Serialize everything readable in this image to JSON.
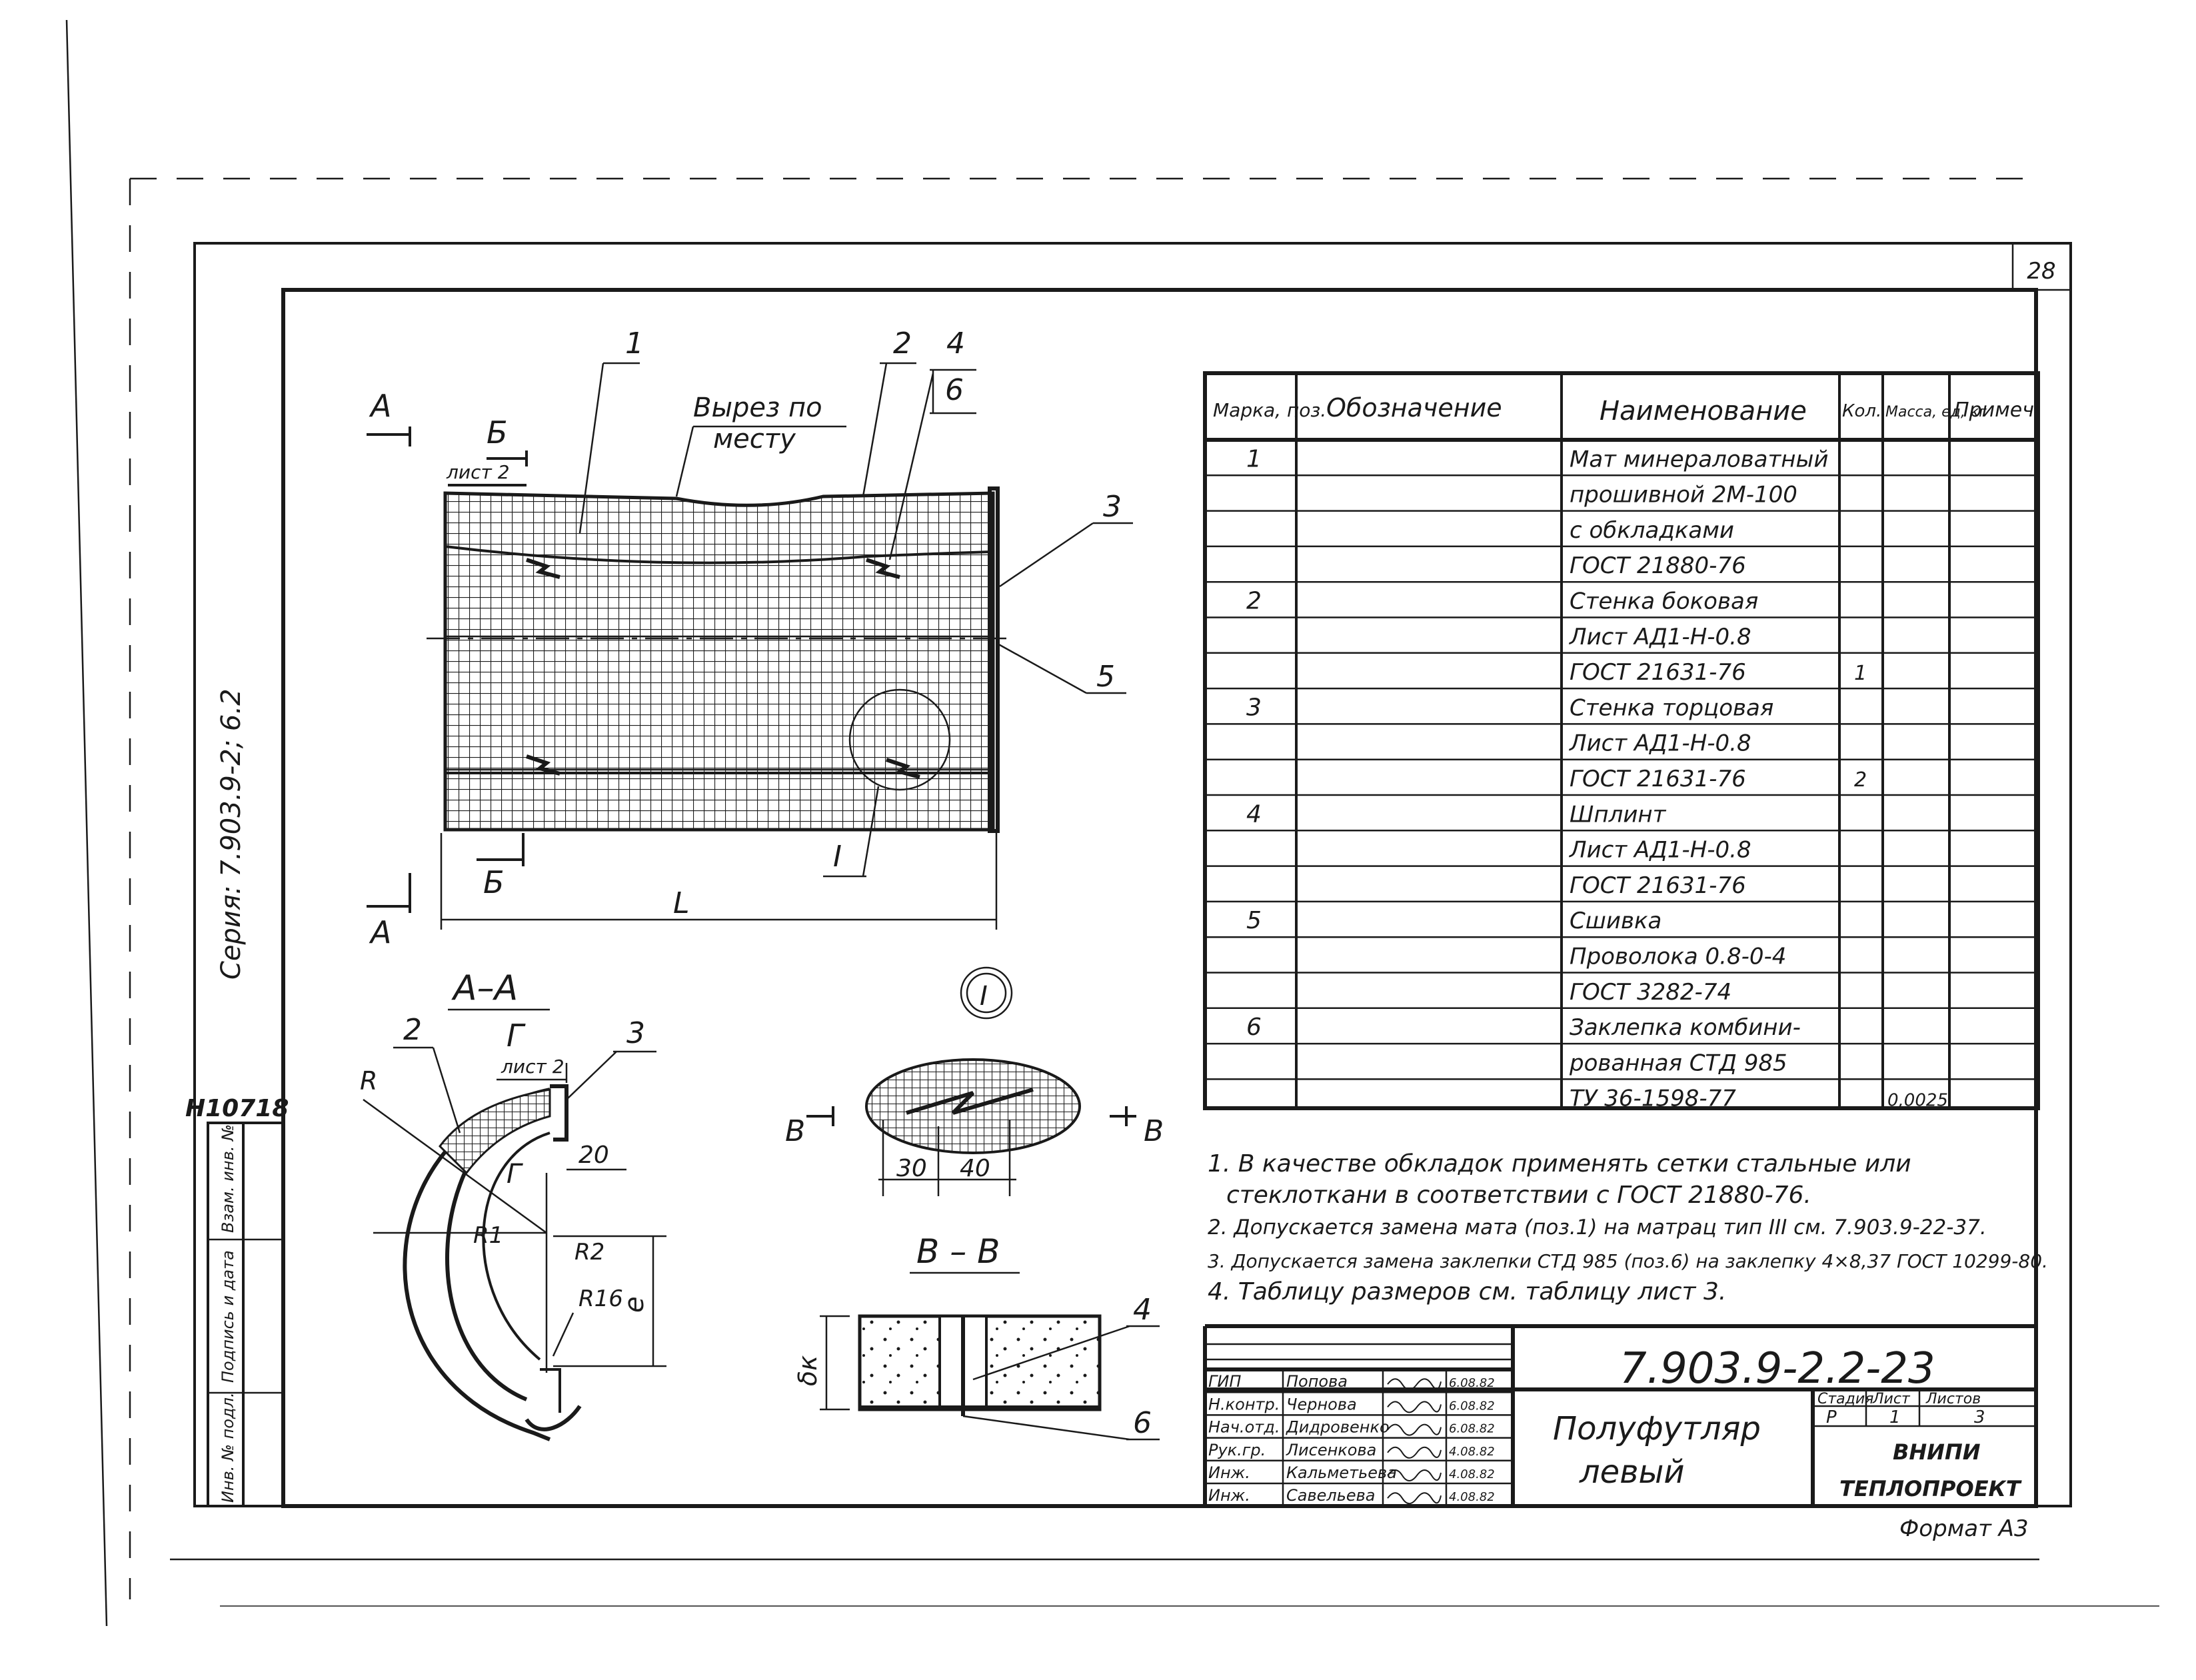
{
  "sheet_number": "28",
  "series_label": "Серия: 7.903.9-2; 6.2",
  "archive_number": "Н10718",
  "side_stamp": [
    "Инв. № подл.",
    "Подпись и дата",
    "Взам. инв. №"
  ],
  "drawing": {
    "section_marks": {
      "a": "А",
      "b": "Б",
      "list2": "лист 2",
      "g": "Г",
      "v": "В",
      "detail": "I"
    },
    "cut_note": [
      "Вырез по",
      "месту"
    ],
    "callouts": [
      "1",
      "2",
      "3",
      "4",
      "5",
      "6"
    ],
    "length_label": "L",
    "section_aa_title": "А–А",
    "section_vv_title": "В – В",
    "dims": {
      "d20": "20",
      "r": "R",
      "r1": "R1",
      "r2": "R2",
      "r16": "R16",
      "e": "e",
      "d30": "30",
      "d40": "40",
      "dk": "δк"
    }
  },
  "spec_table": {
    "headers": [
      "Марка, поз.",
      "Обозначение",
      "Наименование",
      "Кол.",
      "Масса, ед, кг",
      "Примеч."
    ],
    "rows": [
      {
        "pos": "1",
        "desig": "",
        "name": "Мат минераловатный",
        "qty": "",
        "mass": ""
      },
      {
        "pos": "",
        "desig": "",
        "name": "прошивной 2М-100",
        "qty": "",
        "mass": ""
      },
      {
        "pos": "",
        "desig": "",
        "name": "с обкладками",
        "qty": "",
        "mass": ""
      },
      {
        "pos": "",
        "desig": "",
        "name": "ГОСТ 21880-76",
        "qty": "",
        "mass": ""
      },
      {
        "pos": "2",
        "desig": "",
        "name": "Стенка боковая",
        "qty": "",
        "mass": ""
      },
      {
        "pos": "",
        "desig": "",
        "name": "Лист АД1-Н-0.8",
        "qty": "",
        "mass": ""
      },
      {
        "pos": "",
        "desig": "",
        "name": "ГОСТ 21631-76",
        "qty": "1",
        "mass": ""
      },
      {
        "pos": "3",
        "desig": "",
        "name": "Стенка торцовая",
        "qty": "",
        "mass": ""
      },
      {
        "pos": "",
        "desig": "",
        "name": "Лист АД1-Н-0.8",
        "qty": "",
        "mass": ""
      },
      {
        "pos": "",
        "desig": "",
        "name": "ГОСТ 21631-76",
        "qty": "2",
        "mass": ""
      },
      {
        "pos": "4",
        "desig": "",
        "name": "Шплинт",
        "qty": "",
        "mass": ""
      },
      {
        "pos": "",
        "desig": "",
        "name": "Лист АД1-Н-0.8",
        "qty": "",
        "mass": ""
      },
      {
        "pos": "",
        "desig": "",
        "name": "ГОСТ 21631-76",
        "qty": "",
        "mass": ""
      },
      {
        "pos": "5",
        "desig": "",
        "name": "Сшивка",
        "qty": "",
        "mass": ""
      },
      {
        "pos": "",
        "desig": "",
        "name": "Проволока 0.8-0-4",
        "qty": "",
        "mass": ""
      },
      {
        "pos": "",
        "desig": "",
        "name": "ГОСТ 3282-74",
        "qty": "",
        "mass": ""
      },
      {
        "pos": "6",
        "desig": "",
        "name": "Заклепка комбини-",
        "qty": "",
        "mass": ""
      },
      {
        "pos": "",
        "desig": "",
        "name": "рованная СТД 985",
        "qty": "",
        "mass": ""
      },
      {
        "pos": "",
        "desig": "",
        "name": "ТУ 36-1598-77",
        "qty": "",
        "mass": "0,0025"
      }
    ]
  },
  "notes": [
    "1. В качестве обкладок применять сетки стальные или",
    "стеклоткани в соответствии с ГОСТ 21880-76.",
    "2. Допускается замена мата (поз.1) на матрац тип III см. 7.903.9-22-37.",
    "3. Допускается замена заклепки СТД 985 (поз.6) на заклепку 4×8,37 ГОСТ 10299-80.",
    "4. Таблицу размеров см. таблицу лист 3."
  ],
  "title_block": {
    "doc_code": "7.903.9-2.2-23",
    "title_line1": "Полуфутляр",
    "title_line2": "левый",
    "head_stage": "Стадия",
    "head_sheet": "Лист",
    "head_sheets": "Листов",
    "stage": "Р",
    "sheet": "1",
    "sheets": "3",
    "org_line1": "ВНИПИ",
    "org_line2": "ТЕПЛОПРОЕКТ",
    "format": "Формат А3",
    "signers": [
      {
        "role": "ГИП",
        "name": "Попова",
        "date": "6.08.82"
      },
      {
        "role": "Н.контр.",
        "name": "Чернова",
        "date": "6.08.82"
      },
      {
        "role": "Нач.отд.",
        "name": "Дидровенко",
        "date": "6.08.82"
      },
      {
        "role": "Рук.гр.",
        "name": "Лисенкова",
        "date": "4.08.82"
      },
      {
        "role": "Инж.",
        "name": "Кальметьева",
        "date": "4.08.82"
      },
      {
        "role": "Инж.",
        "name": "Савельева",
        "date": "4.08.82"
      }
    ]
  }
}
